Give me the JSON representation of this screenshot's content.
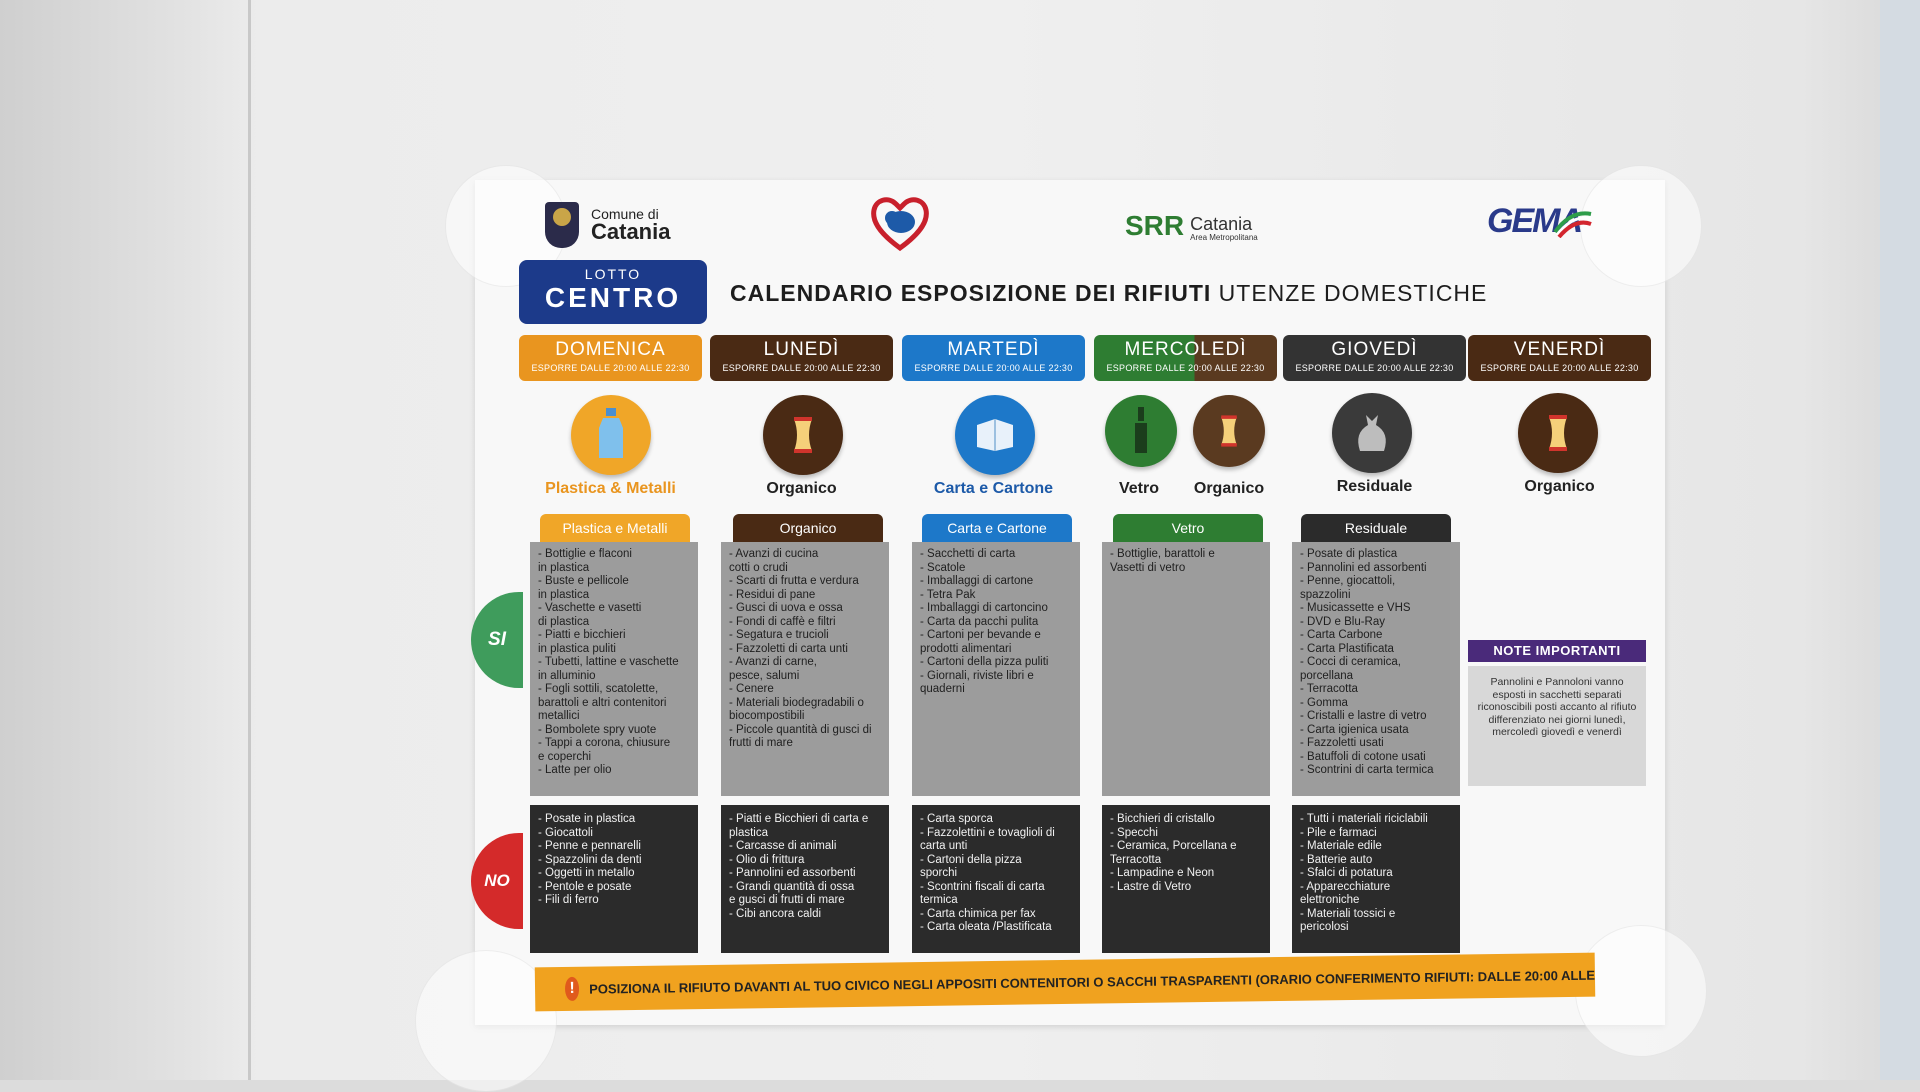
{
  "header": {
    "comune_small": "Comune di",
    "comune_big": "Catania",
    "srr": "SRR",
    "srr_city": "Catania",
    "srr_area": "Area Metropolitana",
    "gema": "GEMA"
  },
  "lotto": {
    "line1": "LOTTO",
    "line2": "CENTRO"
  },
  "title": {
    "bold": "CALENDARIO ESPOSIZIONE DEI RIFIUTI",
    "normal": "UTENZE DOMESTICHE"
  },
  "days": [
    {
      "name": "DOMENICA",
      "time": "ESPORRE DALLE 20:00 ALLE 22:30",
      "color": "#e9951f"
    },
    {
      "name": "LUNEDÌ",
      "time": "ESPORRE DALLE 20:00 ALLE 22:30",
      "color": "#4a2a14"
    },
    {
      "name": "MARTEDÌ",
      "time": "ESPORRE DALLE 20:00 ALLE 22:30",
      "color": "#1d78c9"
    },
    {
      "name": "MERCOLEDÌ",
      "time": "ESPORRE DALLE 20:00 ALLE 22:30",
      "color": "#2e7d32"
    },
    {
      "name": "GIOVEDÌ",
      "time": "ESPORRE DALLE 20:00 ALLE 22:30",
      "color": "#333333"
    },
    {
      "name": "VENERDÌ",
      "time": "ESPORRE DALLE 20:00 ALLE 22:30",
      "color": "#4a2a14"
    }
  ],
  "icon_labels": {
    "plastica": "Plastica & Metalli",
    "organico_lun": "Organico",
    "carta": "Carta e Cartone",
    "vetro": "Vetro",
    "organico_mer": "Organico",
    "residuale": "Residuale",
    "organico_ven": "Organico"
  },
  "tabs": {
    "plastica": "Plastica e Metalli",
    "organico": "Organico",
    "carta": "Carta e Cartone",
    "vetro": "Vetro",
    "residuale": "Residuale"
  },
  "si_label": "SI",
  "no_label": "NO",
  "yes_lists": {
    "plastica": "- Bottiglie e flaconi\nin plastica\n- Buste e pellicole\nin plastica\n- Vaschette e vasetti\ndi plastica\n- Piatti e bicchieri\nin plastica puliti\n- Tubetti, lattine e vaschette\nin alluminio\n- Fogli sottili, scatolette,\nbarattoli e altri contenitori\nmetallici\n- Bombolete spry vuote\n- Tappi a corona, chiusure\ne coperchi\n- Latte per olio",
    "organico": "- Avanzi di cucina\ncotti o crudi\n- Scarti di frutta e verdura\n- Residui di pane\n- Gusci di uova e ossa\n- Fondi di caffè e filtri\n- Segatura e trucioli\n- Fazzoletti di carta unti\n- Avanzi di carne,\npesce, salumi\n- Cenere\n- Materiali biodegradabili o\nbiocompostibili\n- Piccole quantità di gusci di\nfrutti di mare",
    "carta": "- Sacchetti di carta\n- Scatole\n- Imballaggi di cartone\n- Tetra Pak\n- Imballaggi di cartoncino\n- Carta da pacchi pulita\n- Cartoni per bevande e\nprodotti alimentari\n- Cartoni della pizza puliti\n- Giornali, riviste libri e\nquaderni",
    "vetro": "- Bottiglie, barattoli e\nVasetti di vetro",
    "residuale": "- Posate di plastica\n- Pannolini ed assorbenti\n- Penne, giocattoli,\nspazzolini\n- Musicassette e VHS\n- DVD e Blu-Ray\n- Carta Carbone\n- Carta Plastificata\n- Cocci di ceramica,\nporcellana\n- Terracotta\n- Gomma\n- Cristalli e lastre di vetro\n- Carta igienica usata\n- Fazzoletti usati\n- Batuffoli di cotone usati\n- Scontrini di carta termica"
  },
  "no_lists": {
    "plastica": "- Posate in plastica\n- Giocattoli\n- Penne e pennarelli\n- Spazzolini da denti\n- Oggetti in metallo\n- Pentole e posate\n- Fili di ferro",
    "organico": "- Piatti e Bicchieri di carta e\nplastica\n- Carcasse di animali\n- Olio di frittura\n- Pannolini ed assorbenti\n- Grandi quantità di ossa\ne gusci di frutti di mare\n- Cibi ancora caldi",
    "carta": "- Carta sporca\n- Fazzolettini e tovaglioli di\ncarta unti\n- Cartoni della pizza\nsporchi\n- Scontrini fiscali di carta\ntermica\n- Carta chimica per fax\n- Carta oleata /Plastificata",
    "vetro": "- Bicchieri di cristallo\n- Specchi\n- Ceramica, Porcellana e\nTerracotta\n- Lampadine e Neon\n- Lastre di Vetro",
    "residuale": "- Tutti i materiali riciclabili\n- Pile e farmaci\n- Materiale edile\n- Batterie auto\n- Sfalci di potatura\n- Apparecchiature\nelettroniche\n- Materiali tossici e\npericolosi"
  },
  "notes": {
    "title": "NOTE IMPORTANTI",
    "text": "Pannolini e Pannoloni vanno esposti in sacchetti separati riconoscibili posti accanto al rifiuto differenziato nei giorni lunedì, mercoledì giovedì e venerdì"
  },
  "footer": "POSIZIONA IL RIFIUTO DAVANTI AL TUO CIVICO NEGLI APPOSITI CONTENITORI O SACCHI TRASPARENTI (ORARIO CONFERIMENTO RIFIUTI: DALLE 20:00 ALLE"
}
